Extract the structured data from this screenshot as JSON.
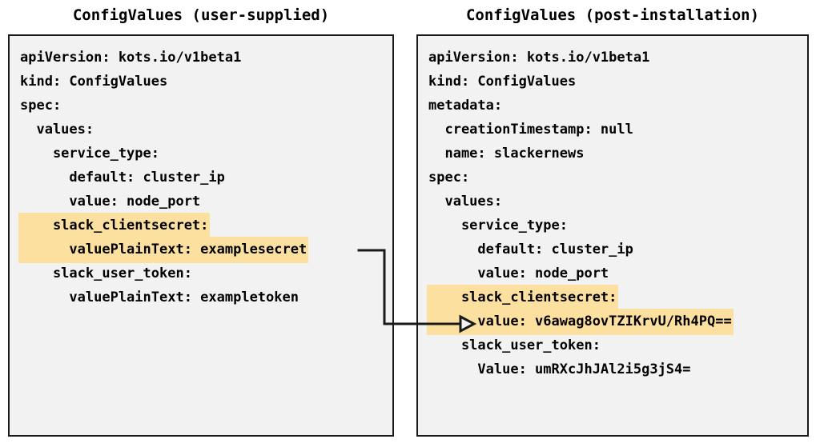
{
  "diagram": {
    "title_left": "ConfigValues (user-supplied)",
    "title_right": "ConfigValues (post-installation)",
    "highlight_color": "#fce0a0",
    "panel_background": "#f2f2f2",
    "panel_border_color": "#1a1a1a",
    "text_color": "#000000",
    "connector": {
      "label": "encryption-flow-arrow",
      "from": "valuePlainText: examplesecret",
      "to": "value: v6awag8ovTZIKrvU/Rh4PQ==",
      "color": "#1a1a1a"
    }
  },
  "left_panel": {
    "name": "ConfigValues (user-supplied)",
    "lines": [
      {
        "text": "apiVersion: kots.io/v1beta1",
        "highlight": false
      },
      {
        "text": "kind: ConfigValues",
        "highlight": false
      },
      {
        "text": "spec:",
        "highlight": false
      },
      {
        "text": "  values:",
        "highlight": false
      },
      {
        "text": "    service_type:",
        "highlight": false
      },
      {
        "text": "      default: cluster_ip",
        "highlight": false
      },
      {
        "text": "      value: node_port",
        "highlight": false
      },
      {
        "text": "    slack_clientsecret:",
        "highlight": true
      },
      {
        "text": "      valuePlainText: examplesecret",
        "highlight": true
      },
      {
        "text": "    slack_user_token:",
        "highlight": false
      },
      {
        "text": "      valuePlainText: exampletoken",
        "highlight": false
      }
    ]
  },
  "right_panel": {
    "name": "ConfigValues (post-installation)",
    "lines": [
      {
        "text": "apiVersion: kots.io/v1beta1",
        "highlight": false
      },
      {
        "text": "kind: ConfigValues",
        "highlight": false
      },
      {
        "text": "metadata:",
        "highlight": false
      },
      {
        "text": "  creationTimestamp: null",
        "highlight": false
      },
      {
        "text": "  name: slackernews",
        "highlight": false
      },
      {
        "text": "spec:",
        "highlight": false
      },
      {
        "text": "  values:",
        "highlight": false
      },
      {
        "text": "    service_type:",
        "highlight": false
      },
      {
        "text": "      default: cluster_ip",
        "highlight": false
      },
      {
        "text": "      value: node_port",
        "highlight": false
      },
      {
        "text": "    slack_clientsecret:",
        "highlight": true
      },
      {
        "text": "      value: v6awag8ovTZIKrvU/Rh4PQ==",
        "highlight": true
      },
      {
        "text": "    slack_user_token:",
        "highlight": false
      },
      {
        "text": "      Value: umRXcJhJAl2i5g3jS4=",
        "highlight": false
      }
    ]
  }
}
